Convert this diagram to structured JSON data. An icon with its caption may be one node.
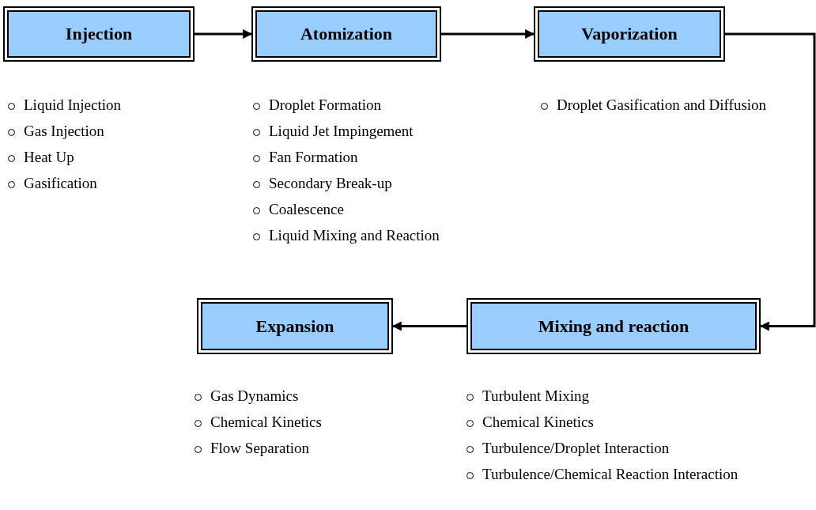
{
  "diagram": {
    "nodes": [
      {
        "text": [
          "Injection"
        ],
        "beside": [
          "Liquid Injection",
          "Gas Injection",
          "Heat Up",
          "Gasification"
        ]
      },
      {
        "text": [
          "Atomization"
        ],
        "beside": [
          "Droplet Formation",
          "Liquid Jet Impingement",
          "Fan Formation",
          "Secondary Break-up",
          "Coalescence",
          "Liquid Mixing and Reaction"
        ]
      },
      {
        "text": [
          "Vaporization"
        ],
        "beside": [
          "Droplet Gasification and Diffusion"
        ]
      },
      {
        "text": [
          "Mixing and reaction"
        ],
        "beside": [
          "Turbulent Mixing",
          "Chemical Kinetics",
          "Turbulence/Droplet Interaction",
          "Turbulence/Chemical Reaction Interaction"
        ]
      },
      {
        "text": [
          "Expansion"
        ],
        "beside": [
          "Gas Dynamics",
          "Chemical Kinetics",
          "Flow Separation"
        ]
      }
    ],
    "edges": [
      {
        "from": 0,
        "to": 1,
        "arrow": "to"
      },
      {
        "from": 1,
        "to": 2,
        "arrow": "to"
      },
      {
        "from": 2,
        "to": 3,
        "arrow": "to"
      },
      {
        "from": 3,
        "to": 4,
        "arrow": "to"
      }
    ]
  }
}
